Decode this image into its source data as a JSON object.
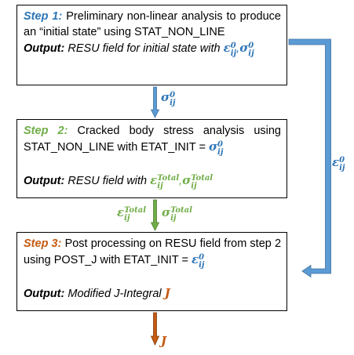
{
  "step1": {
    "label": "Step 1:",
    "description": "Preliminary non-linear analysis to produce an “initial state” using STAT_NON_LINE",
    "output_label": "Output:",
    "output_text": "RESU field for initial state with",
    "output_sep": ",",
    "sym_a": {
      "base": "ε",
      "sup": "0",
      "sub": "ij"
    },
    "sym_b": {
      "base": "σ",
      "sup": "0",
      "sub": "ij"
    }
  },
  "step2": {
    "label": "Step 2:",
    "description": "Cracked body stress analysis using STAT_NON_LINE with ETAT_INIT =",
    "desc_sym": {
      "base": "σ",
      "sup": "0",
      "sub": "ij"
    },
    "output_label": "Output:",
    "output_text": "RESU field with",
    "output_sep": ",",
    "sym_a": {
      "base": "ε",
      "sup": "Total",
      "sub": "ij"
    },
    "sym_b": {
      "base": "σ",
      "sup": "Total",
      "sub": "ij"
    }
  },
  "step3": {
    "label": "Step 3:",
    "description": "Post processing on RESU field from step 2 using POST_J with ETAT_INIT =",
    "desc_sym": {
      "base": "ε",
      "sup": "0",
      "sub": "ij"
    },
    "output_label": "Output:",
    "output_text": "Modified J-Integral",
    "output_symbol": "J"
  },
  "arrows": {
    "a1_label": {
      "base": "σ",
      "sup": "0",
      "sub": "ij"
    },
    "a2_label_left": {
      "base": "ε",
      "sup": "Total",
      "sub": "ij"
    },
    "a2_label_right": {
      "base": "σ",
      "sup": "Total",
      "sub": "ij"
    },
    "side_label": {
      "base": "ε",
      "sup": "0",
      "sub": "ij"
    },
    "final_label": "J"
  },
  "colors": {
    "blue": "#2e75b6",
    "green": "#70ad47",
    "orange": "#c55a11",
    "arrow_blue": "#5b9bd5",
    "arrow_blue_edge": "#41719c",
    "arrow_green": "#70ad47",
    "arrow_green_edge": "#507e32",
    "arrow_orange": "#c55a11",
    "arrow_orange_edge": "#843c0c"
  }
}
